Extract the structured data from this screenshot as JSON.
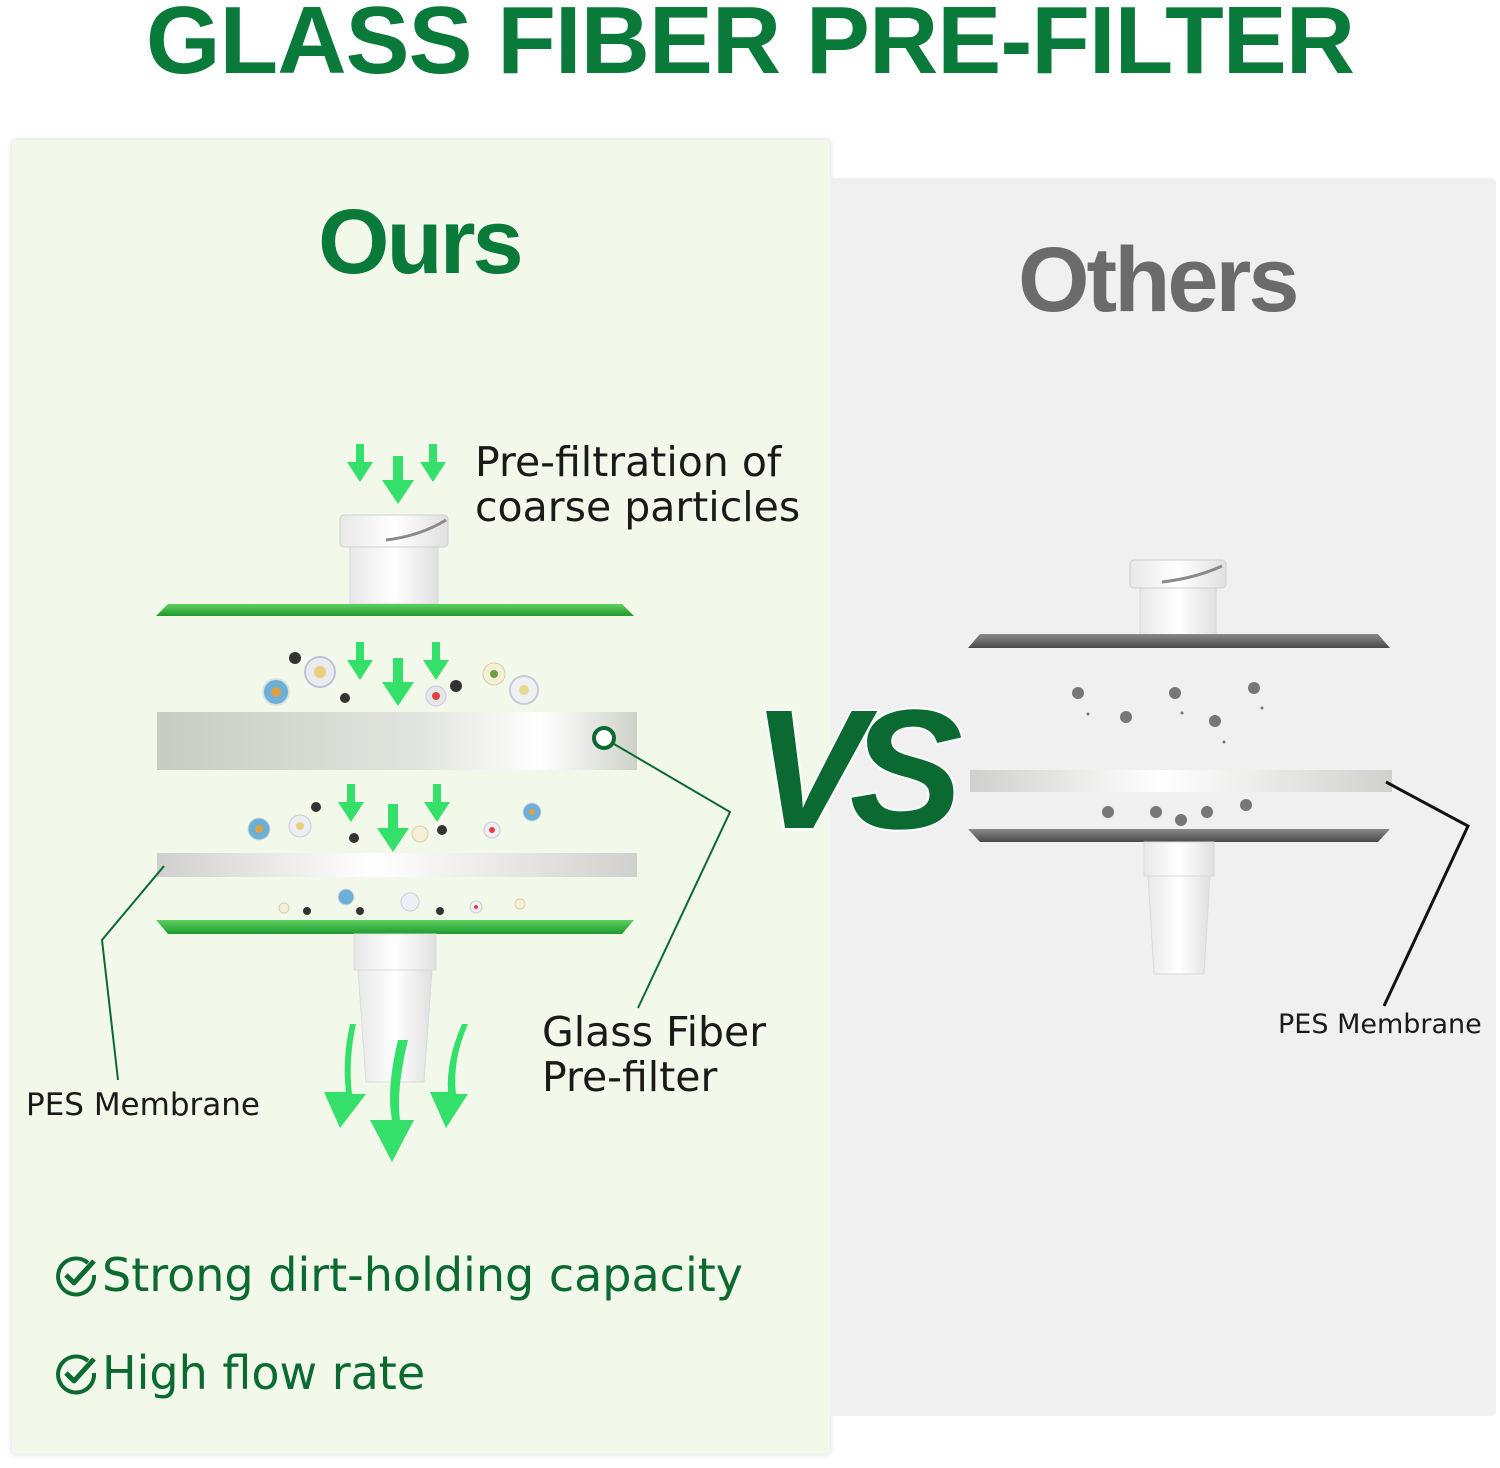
{
  "headline": "GLASS FIBER PRE-FILTER",
  "ours": {
    "title": "Ours",
    "prefiltration_line1": "Pre-filtration of",
    "prefiltration_line2": "coarse particles",
    "glass_fiber_line1": "Glass Fiber",
    "glass_fiber_line2": "Pre-filter",
    "pes_label": "PES Membrane",
    "features": [
      "Strong dirt-holding capacity",
      "High flow rate"
    ]
  },
  "vs_label": "VS",
  "others": {
    "title": "Others",
    "pes_label": "PES Membrane"
  },
  "colors": {
    "brand_green": "#0a7a3a",
    "arrow_green": "#35e06a",
    "others_gray": "#6b6b6b"
  },
  "icons": [
    "check-circle-icon",
    "down-arrow-icon"
  ]
}
